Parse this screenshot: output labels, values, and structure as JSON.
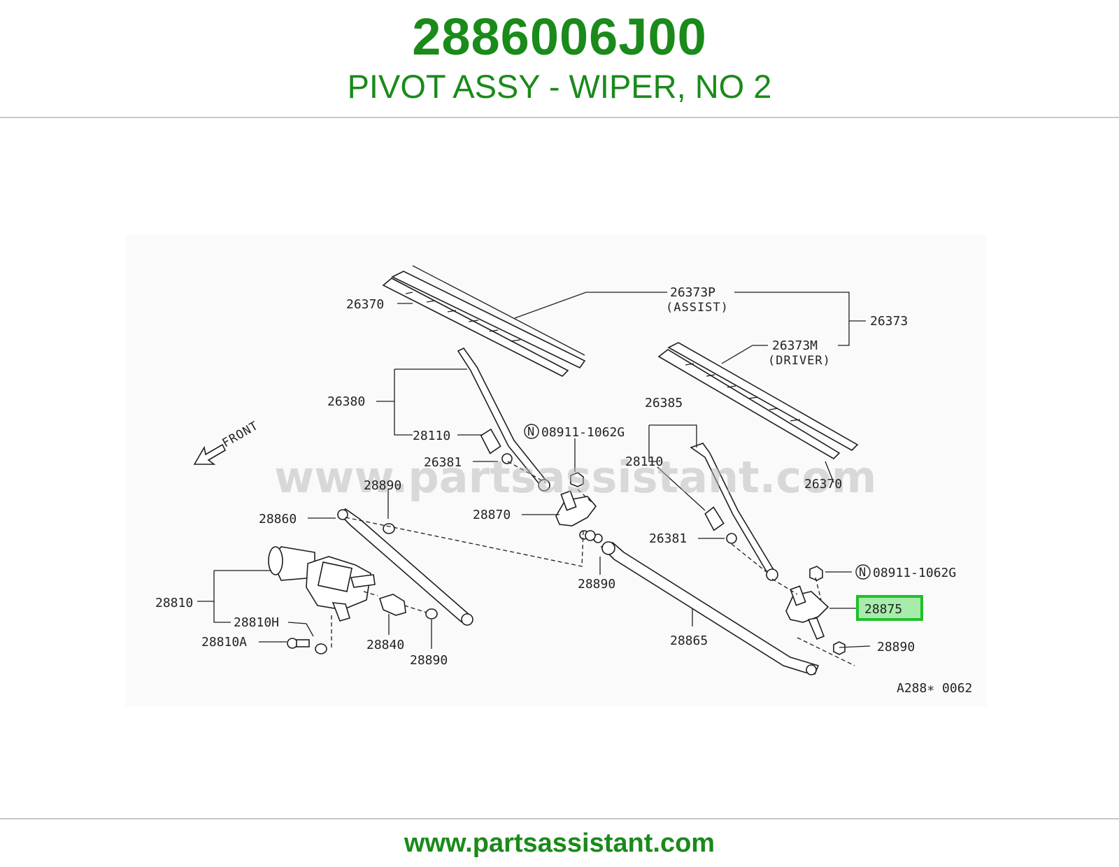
{
  "header": {
    "part_number": "2886006J00",
    "part_name": "PIVOT ASSY - WIPER, NO 2"
  },
  "footer": {
    "url": "www.partsassistant.com"
  },
  "diagram": {
    "watermark": "www.partsassistant.com",
    "front_label": "FRONT",
    "reference_code": "A288∗ 0062",
    "highlighted_part": "28875",
    "highlight_color": "#22c02a",
    "callouts": {
      "c26370_left": "26370",
      "c26373P": "26373P",
      "c_assist": "(ASSIST)",
      "c26373": "26373",
      "c26373M": "26373M",
      "c_driver": "(DRIVER)",
      "c26380": "26380",
      "c28110_left": "28110",
      "c26381_left": "26381",
      "c08911_left": "08911-1062G",
      "c26385": "26385",
      "c28110_right": "28110",
      "c26370_right": "26370",
      "c28890_a": "28890",
      "c28860": "28860",
      "c28870": "28870",
      "c26381_right": "26381",
      "c28890_b": "28890",
      "c08911_right": "08911-1062G",
      "c28875": "28875",
      "c28810": "28810",
      "c28810H": "28810H",
      "c28810A": "28810A",
      "c28840": "28840",
      "c28890_c": "28890",
      "c28865": "28865",
      "c28890_d": "28890"
    },
    "nut_symbol": "N"
  }
}
